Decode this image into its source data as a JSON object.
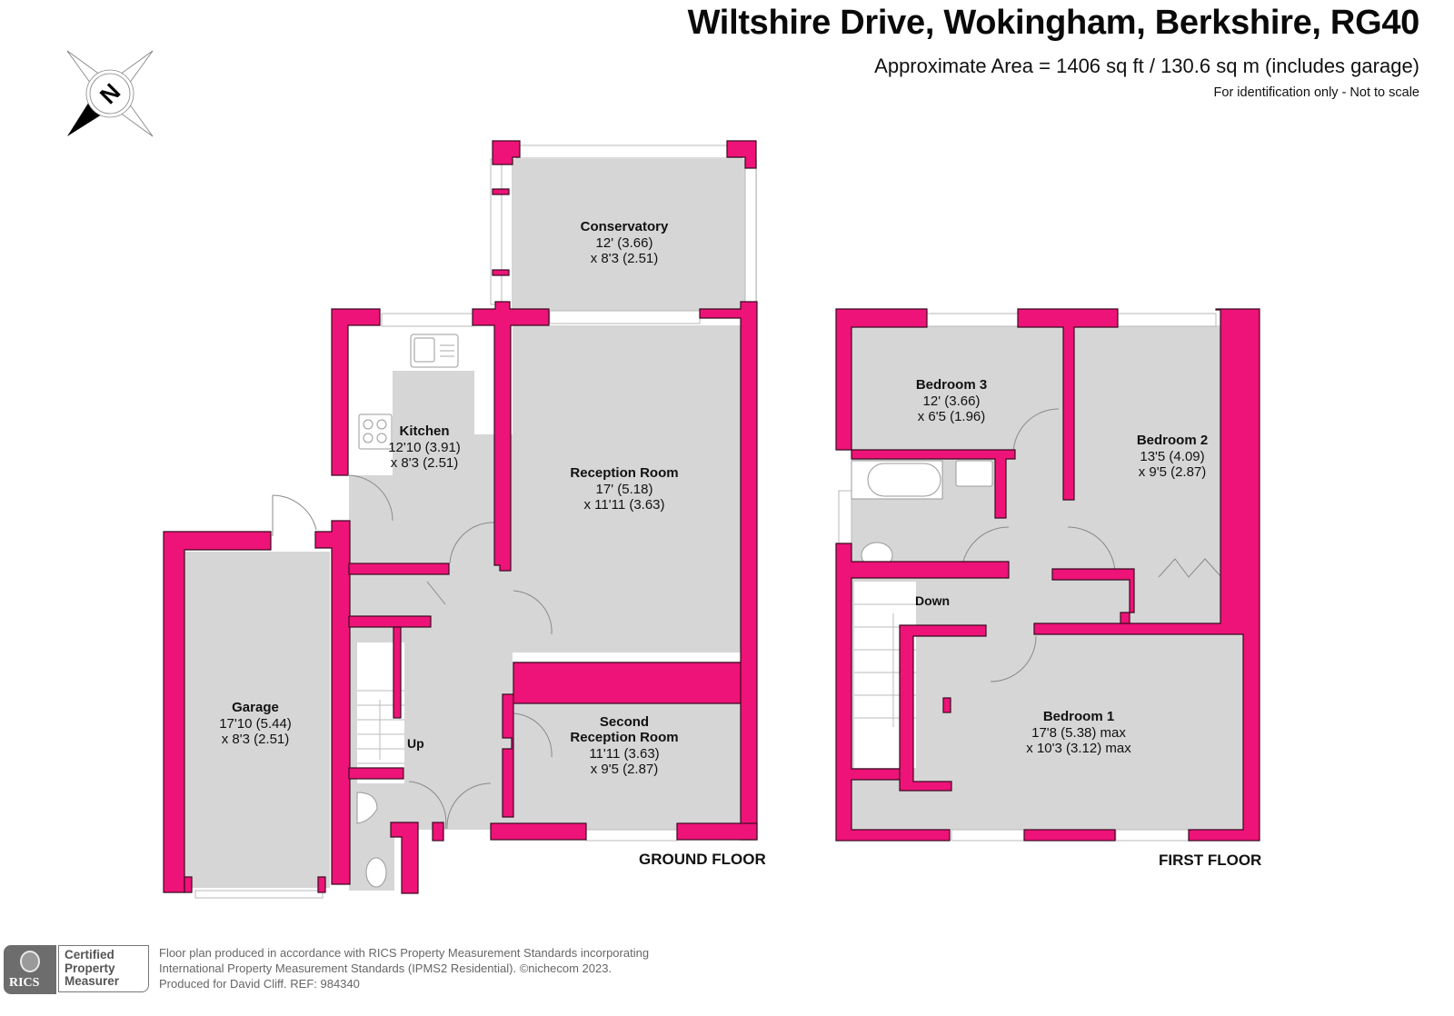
{
  "header": {
    "title": "Wiltshire Drive, Wokingham, Berkshire, RG40",
    "area": "Approximate Area = 1406 sq ft / 130.6 sq m (includes garage)",
    "disclaimer": "For identification only - Not to scale"
  },
  "compass": {
    "icon": "compass-north-icon",
    "letter": "N"
  },
  "colors": {
    "wall": "#ee1378",
    "floor": "#d6d6d6",
    "background": "#ffffff"
  },
  "ground_floor": {
    "label": "GROUND FLOOR",
    "stairs_label": "Up",
    "rooms": {
      "conservatory": {
        "name": "Conservatory",
        "dim1": "12' (3.66)",
        "dim2": "x 8'3 (2.51)"
      },
      "kitchen": {
        "name": "Kitchen",
        "dim1": "12'10 (3.91)",
        "dim2": "x 8'3 (2.51)"
      },
      "reception": {
        "name": "Reception Room",
        "dim1": "17' (5.18)",
        "dim2": "x 11'11 (3.63)"
      },
      "second_reception": {
        "name_line1": "Second",
        "name_line2": "Reception Room",
        "dim1": "11'11 (3.63)",
        "dim2": "x 9'5 (2.87)"
      },
      "garage": {
        "name": "Garage",
        "dim1": "17'10 (5.44)",
        "dim2": "x 8'3 (2.51)"
      }
    }
  },
  "first_floor": {
    "label": "FIRST FLOOR",
    "stairs_label": "Down",
    "rooms": {
      "bedroom3": {
        "name": "Bedroom 3",
        "dim1": "12' (3.66)",
        "dim2": "x 6'5 (1.96)"
      },
      "bedroom2": {
        "name": "Bedroom 2",
        "dim1": "13'5 (4.09)",
        "dim2": "x 9'5 (2.87)"
      },
      "bedroom1": {
        "name": "Bedroom 1",
        "dim1": "17'8 (5.38) max",
        "dim2": "x 10'3 (3.12) max"
      }
    }
  },
  "footer": {
    "badge": {
      "org": "RICS",
      "line1": "Certified",
      "line2": "Property",
      "line3": "Measurer"
    },
    "text_line1": "Floor plan produced in accordance with RICS Property Measurement Standards incorporating",
    "text_line2": "International Property Measurement Standards (IPMS2 Residential).   ©nichecom 2023.",
    "text_line3": "Produced for David Cliff.   REF: 984340"
  }
}
